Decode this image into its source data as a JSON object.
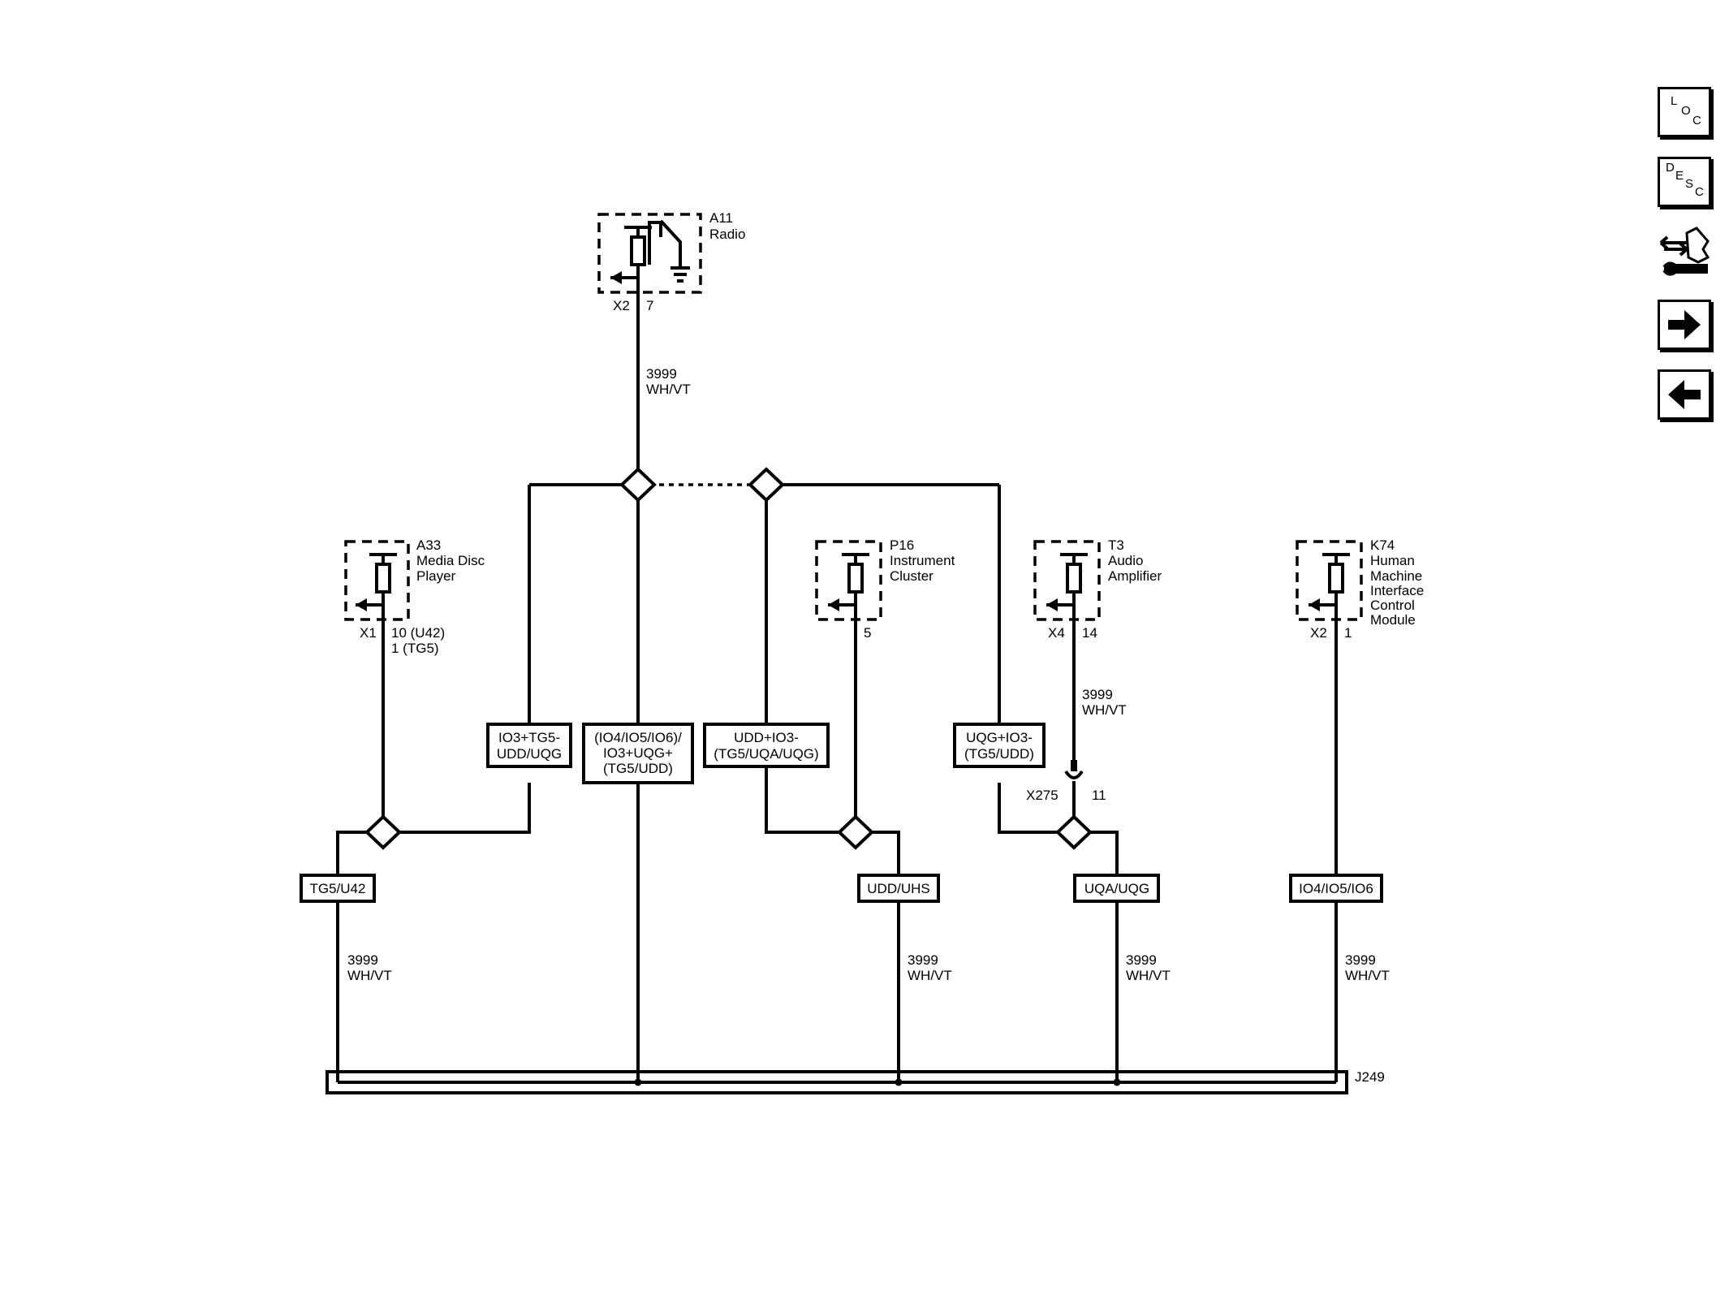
{
  "toolbar": {
    "loc": {
      "l1": "L",
      "l2": "O",
      "l3": "C"
    },
    "desc": {
      "l1": "D",
      "l2": "E",
      "l3": "S",
      "l4": "C"
    },
    "icons": [
      "loc-button",
      "desc-button",
      "connector-wrench-icon",
      "next-arrow-icon",
      "back-arrow-icon"
    ]
  },
  "components": {
    "a11": {
      "ref": "A11",
      "name": "Radio",
      "connector": "X2",
      "pin": "7"
    },
    "a33": {
      "ref": "A33",
      "name1": "Media Disc",
      "name2": "Player",
      "connector": "X1",
      "pin1": "10 (U42)",
      "pin2": "1 (TG5)"
    },
    "p16": {
      "ref": "P16",
      "name1": "Instrument",
      "name2": "Cluster",
      "pin": "5"
    },
    "t3": {
      "ref": "T3",
      "name1": "Audio",
      "name2": "Amplifier",
      "connector": "X4",
      "pin": "14"
    },
    "k74": {
      "ref": "K74",
      "name1": "Human",
      "name2": "Machine",
      "name3": "Interface",
      "name4": "Control",
      "name5": "Module",
      "connector": "X2",
      "pin": "1"
    }
  },
  "wire": {
    "circuit": "3999",
    "color": "WH/VT"
  },
  "inline": {
    "ref": "X275",
    "pin": "11"
  },
  "splice": {
    "ref": "J249"
  },
  "options": {
    "opt1_l1": "IO3+TG5-",
    "opt1_l2": "UDD/UQG",
    "opt2_l1": "(IO4/IO5/IO6)/",
    "opt2_l2": "IO3+UQG+",
    "opt2_l3": "(TG5/UDD)",
    "opt3_l1": "UDD+IO3-",
    "opt3_l2": "(TG5/UQA/UQG)",
    "opt4_l1": "UQG+IO3-",
    "opt4_l2": "(TG5/UDD)",
    "tg5": "TG5/U42",
    "udd": "UDD/UHS",
    "uqa": "UQA/UQG",
    "io4": "IO4/IO5/IO6"
  }
}
